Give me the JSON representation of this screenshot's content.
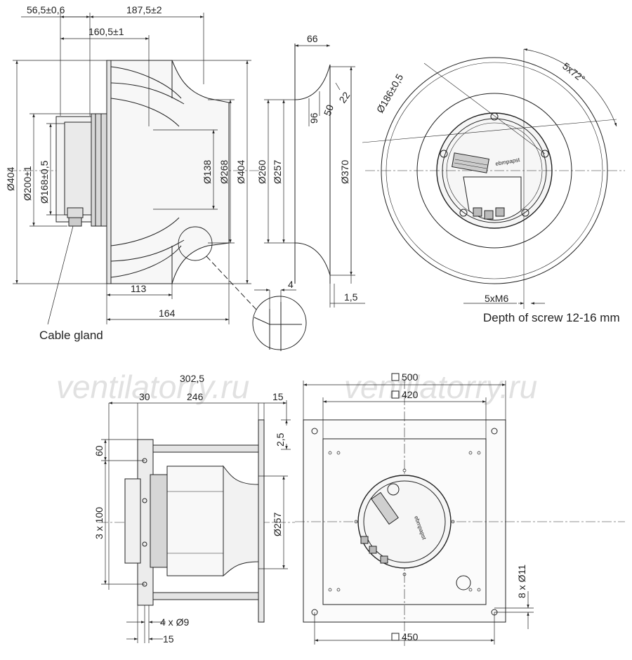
{
  "watermark": "ventilatorry.ru",
  "side_view": {
    "dims": {
      "d565": "56,5±0,6",
      "d1875": "187,5±2",
      "d1605": "160,5±1",
      "dia404_left": "Ø404",
      "dia200": "Ø200±1",
      "dia168": "Ø168±0,5",
      "dia138": "Ø138",
      "dia268": "Ø268",
      "dia404_right": "Ø404",
      "d113": "113",
      "d164": "164"
    },
    "cable_gland": "Cable gland"
  },
  "inlet_view": {
    "dims": {
      "d66": "66",
      "d22": "22",
      "d50": "50",
      "d96": "96",
      "dia260": "Ø260",
      "dia257": "Ø257",
      "dia370": "Ø370",
      "d4": "4",
      "d15": "1,5"
    }
  },
  "front_view": {
    "dims": {
      "dia186": "Ø186±0,5",
      "angle": "5x72°",
      "screws": "5xM6"
    },
    "depth_note": "Depth of screw 12-16 mm",
    "brand": "ebmpapst"
  },
  "assembly_view": {
    "dims": {
      "d3025": "302,5",
      "d30": "30",
      "d246": "246",
      "d15": "15",
      "d25": "2,5",
      "d60": "60",
      "d3x100": "3 x 100",
      "dia257": "Ø257",
      "holes": "4 x Ø9",
      "d15b": "15"
    }
  },
  "plate_view": {
    "dims": {
      "sq500": "500",
      "sq420": "420",
      "sq450": "450",
      "holes": "8 x Ø11"
    },
    "brand": "ebmpapst"
  }
}
